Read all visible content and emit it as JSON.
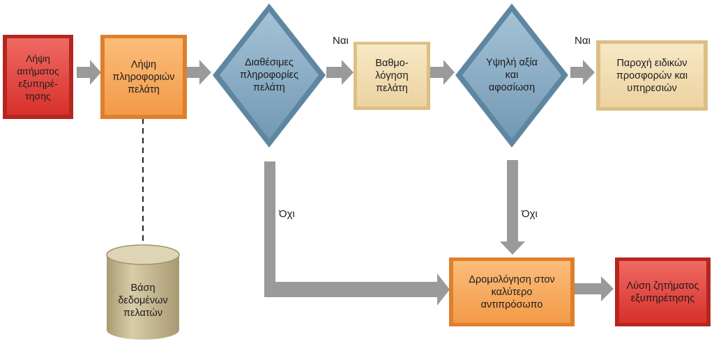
{
  "colors": {
    "red_box": "#e8413c",
    "orange_box": "#f7a55a",
    "cream_box": "#f1ddb0",
    "diamond": "#8aaec6",
    "arrow": "#9a9a9a",
    "database": "#c5b896"
  },
  "nodes": {
    "request": "Λήψη\nαιτήματος\nεξυπηρέ-\nτησης",
    "customer_info": "Λήψη\nπληροφοριών\nπελάτη",
    "info_available": "Διαθέσιμες\nπληροφορίες\nπελάτη",
    "rating": "Βαθμο-\nλόγηση\nπελάτη",
    "high_value": "Υψηλή αξία\nκαι\nαφοσίωση",
    "special_offers": "Παροχή ειδικών\nπροσφορών και\nυπηρεσιών",
    "database": "Βάση\nδεδομένων\nπελατών",
    "routing": "Δρομολόγηση στον\nκαλύτερο\nαντιπρόσωπο",
    "resolution": "Λύση ζητήματος\nεξυπηρέτησης"
  },
  "edge_labels": {
    "yes_1": "Ναι",
    "yes_2": "Ναι",
    "no_1": "Όχι",
    "no_2": "Όχι"
  }
}
